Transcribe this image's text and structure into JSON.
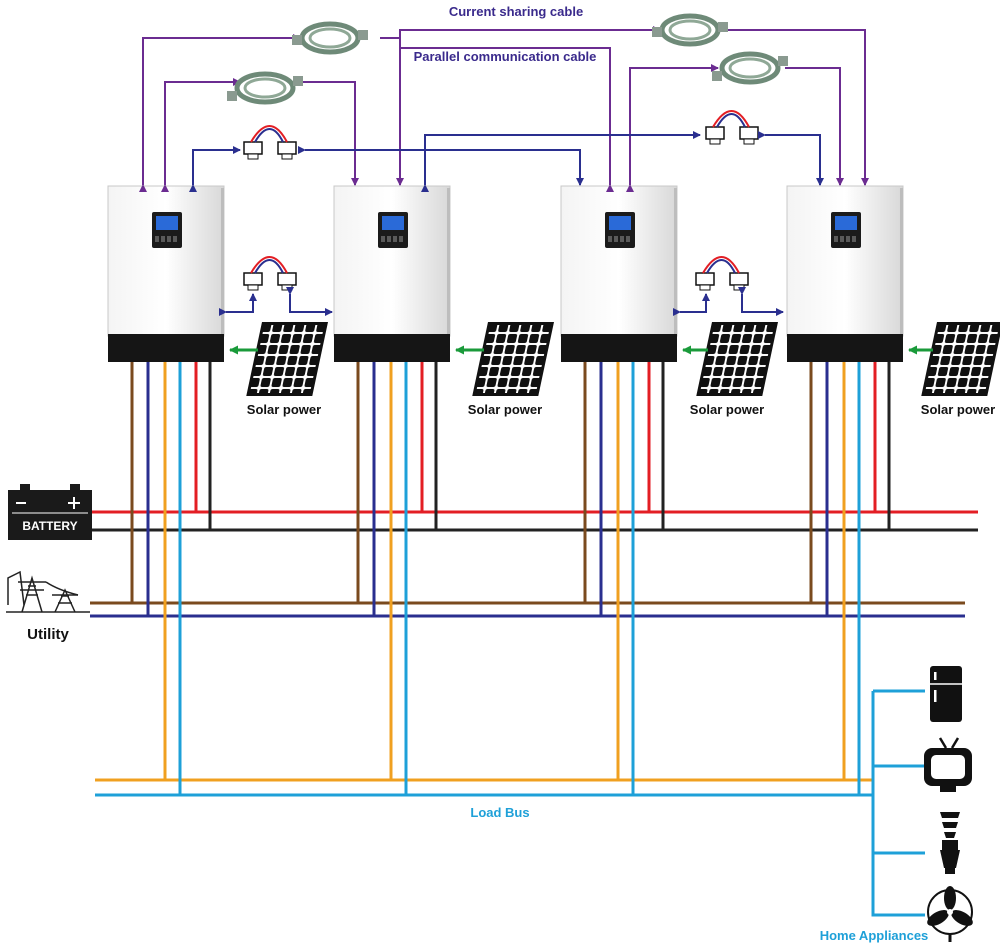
{
  "labels": {
    "current_sharing_cable": "Current sharing cable",
    "parallel_communication_cable": "Parallel communication cable",
    "solar_power": "Solar power",
    "battery": "BATTERY",
    "utility": "Utility",
    "load_bus": "Load Bus",
    "home_appliances": "Home Appliances"
  },
  "colors": {
    "battery_positive": "#e31e24",
    "battery_negative": "#222222",
    "utility_line": "#7a4a1e",
    "utility_neutral": "#2a2f8f",
    "load_line": "#f0a020",
    "load_neutral": "#1ea0d8",
    "comm_cable": "#6b2c91",
    "share_cable": "#2a2f8f",
    "solar_arrow": "#1a9a3a"
  },
  "inverters": [
    {
      "name": "inverter-1"
    },
    {
      "name": "inverter-2"
    },
    {
      "name": "inverter-3"
    },
    {
      "name": "inverter-4"
    }
  ],
  "appliances": [
    "refrigerator-icon",
    "tv-icon",
    "bulb-icon",
    "fan-icon"
  ]
}
